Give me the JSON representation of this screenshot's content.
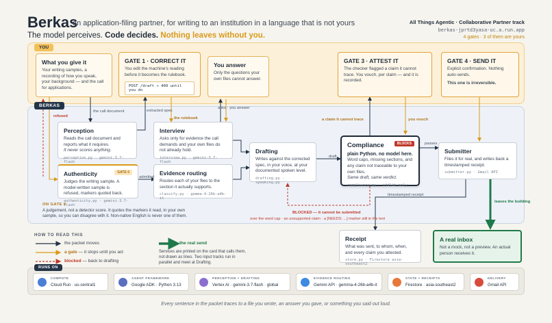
{
  "header": {
    "brand": "Berkas",
    "tagline": "an application-filing partner, for writing to an institution in a language that is not yours",
    "line_plain": "The model perceives.",
    "line_bold": "Code decides.",
    "line_orange": "Nothing leaves without you.",
    "right_title": "All Things Agentic · Collaborative Partner track",
    "right_url": "berkas-jprtd3yasa-uc.a.run.app",
    "right_gates": "4 gates · 3 of them are yours"
  },
  "zones": {
    "you": "YOU",
    "agent": "BERKAS"
  },
  "you_boxes": {
    "give": {
      "title": "What you give it",
      "text": "Your writing samples, a recording of how you speak, your background — and the call for applications."
    },
    "gate1": {
      "title": "GATE 1 · CORRECT IT",
      "text": "You edit the machine's reading before it becomes the rulebook.",
      "cmd": "POST /draft → 409 until you do"
    },
    "answer": {
      "title": "You answer",
      "text": "Only the questions your own files cannot answer."
    },
    "gate3": {
      "title": "GATE 3 · ATTEST IT",
      "text": "The checker flagged a claim it cannot trace. You vouch, per claim — and it is recorded."
    },
    "gate4": {
      "title": "GATE 4 · SEND IT",
      "text": "Explicit confirmation. Nothing auto-sends.",
      "warn": "This one is irreversible."
    }
  },
  "agent_boxes": {
    "perception": {
      "title": "Perception",
      "text": "Reads the call document and reports what it requires.",
      "em": "It never scores anything.",
      "code": "perception.py · gemini-3.7-flash"
    },
    "authenticity": {
      "title": "Authenticity",
      "badge": "GATE 0",
      "text": "Judges the writing sample. A model-written sample is",
      "red": "refused, markers quoted back.",
      "code": "authenticity.py · gemini-3.7-flash"
    },
    "interview": {
      "title": "Interview",
      "text": "Asks only for evidence the call demands and your own files do not already hold.",
      "code": "interview.py · gemini-3.7-flash"
    },
    "routing": {
      "title": "Evidence routing",
      "text": "Routes each of your files to the section it actually supports.",
      "code": "classify.py · gemma-4-26b-a4b-it"
    },
    "drafting": {
      "title": "Drafting",
      "text": "Writes against the corrected spec, in your voice, at your documented spoken level.",
      "code": "drafting.py · speaking.py"
    },
    "compliance": {
      "title": "Compliance",
      "badge": "BLOCKS",
      "subtitle": "plain Python. no model here.",
      "text": "Word caps, missing sections, and any claim not traceable to your own files.",
      "em": "Same draft, same verdict.",
      "code": "compliance.py · stdlib only"
    },
    "submitter": {
      "title": "Submitter",
      "text": "Files it for real, and writes back a timestamped receipt.",
      "code": "submitter.py · Gmail API"
    }
  },
  "gate0_note": {
    "title": "ON GATE 0",
    "text": "A judgement, not a detector score. It quotes the markers it read, in your own sample, so you can disagree with it. Non-native English is never one of them."
  },
  "outside": {
    "receipt": {
      "title": "Receipt",
      "text": "What was sent, to whom, when, and every claim you attested.",
      "code": "store.py · Firestore asia-southeast2"
    },
    "inbox": {
      "title": "A real inbox",
      "text": "Not a mock, not a preview. An actual person receives it."
    }
  },
  "labels": {
    "call_document": "the call document",
    "extracted_spec": "extracted spec",
    "the_rulebook": "the rulebook",
    "asks_answer": "asks · you answer",
    "refused": "refused",
    "admitted": "admitted",
    "draft": "draft",
    "passes": "passes",
    "cannot_trace": "a claim it cannot trace",
    "you_vouch": "you vouch",
    "blocked_submit": "BLOCKED — it cannot be submitted",
    "blocked_detail": "over the word cap · an unsupported claim · a [NEEDS: ...] marker still in the text",
    "timestamped_receipt": "timestamped receipt",
    "leaves_building": "leaves the building"
  },
  "legend": {
    "title": "HOW TO READ THIS",
    "moves": "the packet moves",
    "gate_a": "a gate",
    "gate_b": " — it stops until you act",
    "blocked_a": "blocked",
    "blocked_b": " — back to drafting",
    "real_send": "the real send",
    "note": "Services are printed on the card that calls them, not drawn as lines. Two input tracks run in parallel and meet at Drafting."
  },
  "runs_on": {
    "title": "RUNS ON",
    "services": [
      {
        "key": "COMPUTE",
        "value": "Cloud Run · us-central1",
        "icon": "cloud-run-icon",
        "color": "#4a7fd6"
      },
      {
        "key": "AGENT FRAMEWORK",
        "value": "Google ADK · Python 3.13",
        "icon": "adk-icon",
        "color": "#5a6fbf"
      },
      {
        "key": "PERCEPTION + DRAFTING",
        "value": "Vertex AI · gemini-3.7-flash · global",
        "icon": "vertex-ai-icon",
        "color": "#8a6fd0"
      },
      {
        "key": "EVIDENCE ROUTING",
        "value": "Gemini API · gemma-4-26b-a4b-it",
        "icon": "gemini-icon",
        "color": "#3d8ae0"
      },
      {
        "key": "STATE + RECEIPTS",
        "value": "Firestore · asia-southeast2",
        "icon": "firestore-icon",
        "color": "#e8773a"
      },
      {
        "key": "DELIVERY",
        "value": "Gmail API",
        "icon": "gmail-icon",
        "color": "#d84b3a"
      }
    ]
  },
  "footer": "Every sentence in the packet traces to a file you wrote, an answer you gave, or something you said out loud.",
  "colors": {
    "navy": "#243448",
    "orange": "#d99a1a",
    "red": "#c0392b",
    "green": "#1e7a4a"
  }
}
